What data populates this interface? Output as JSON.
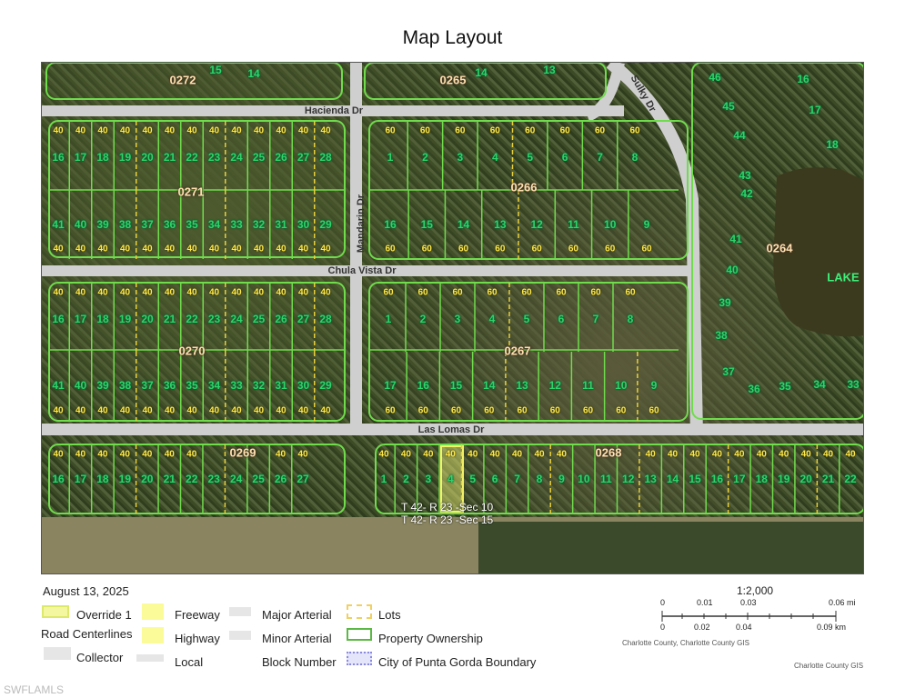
{
  "title": "Map Layout",
  "map": {
    "streets": [
      "Hacienda Dr",
      "Chula Vista Dr",
      "Las Lomas Dr",
      "Mandarin Dr",
      "Sulky Dr"
    ],
    "blocks": [
      "0272",
      "0265",
      "0271",
      "0266",
      "0264",
      "0270",
      "0267",
      "0269",
      "0268"
    ],
    "lake_label": "LAKE",
    "section_labels": [
      "T 42- R 23 -Sec 10",
      "T 42- R 23 -Sec 15"
    ],
    "highlighted_lot": "4",
    "lots": {
      "b0271_top": [
        "16",
        "17",
        "18",
        "19",
        "20",
        "21",
        "22",
        "23",
        "24",
        "25",
        "26",
        "27",
        "28"
      ],
      "b0271_bottom": [
        "41",
        "40",
        "39",
        "38",
        "37",
        "36",
        "35",
        "34",
        "33",
        "32",
        "31",
        "30",
        "29"
      ],
      "b0270_top": [
        "16",
        "17",
        "18",
        "19",
        "20",
        "21",
        "22",
        "23",
        "24",
        "25",
        "26",
        "27",
        "28"
      ],
      "b0270_bottom": [
        "41",
        "40",
        "39",
        "38",
        "37",
        "36",
        "35",
        "34",
        "33",
        "32",
        "31",
        "30",
        "29"
      ],
      "b0269": [
        "16",
        "17",
        "18",
        "19",
        "20",
        "21",
        "22",
        "23",
        "24",
        "25",
        "26",
        "27"
      ],
      "b0266_top": [
        "1",
        "2",
        "3",
        "4",
        "5",
        "6",
        "7",
        "8"
      ],
      "b0266_bottom": [
        "16",
        "15",
        "14",
        "13",
        "12",
        "11",
        "10",
        "9"
      ],
      "b0267_top": [
        "1",
        "2",
        "3",
        "4",
        "5",
        "6",
        "7",
        "8"
      ],
      "b0267_bottom": [
        "17",
        "16",
        "15",
        "14",
        "13",
        "12",
        "11",
        "10",
        "9"
      ],
      "b0268": [
        "1",
        "2",
        "3",
        "4",
        "5",
        "6",
        "7",
        "8",
        "9",
        "10",
        "11",
        "12",
        "13",
        "14",
        "15",
        "16",
        "17",
        "18",
        "19",
        "20",
        "21",
        "22"
      ],
      "b0264": [
        "46",
        "45",
        "44",
        "43",
        "42",
        "41",
        "40",
        "39",
        "38",
        "37",
        "36",
        "35",
        "34",
        "33",
        "16",
        "17",
        "18"
      ],
      "b0272": [
        "15",
        "14"
      ],
      "b0265": [
        "14",
        "13"
      ]
    },
    "frontage": {
      "west_rows": "40",
      "east_rows": "60",
      "b0268_row": "40"
    }
  },
  "legend": {
    "date": "August 13, 2025",
    "items": [
      {
        "label": "Override 1",
        "color": "#f5f7a0"
      },
      {
        "label": "Road Centerlines"
      },
      {
        "label": "Collector",
        "color": "#e6e6e6"
      },
      {
        "label": "Freeway",
        "color": "#fbfb9a"
      },
      {
        "label": "Highway",
        "color": "#fbfb9a"
      },
      {
        "label": "Local",
        "color": "#e6e6e6"
      },
      {
        "label": "Major Arterial",
        "color": "#e6e6e6"
      },
      {
        "label": "Minor Arterial",
        "color": "#e6e6e6"
      },
      {
        "label": "Block Number"
      },
      {
        "label": "Lots",
        "color": "#f0d060"
      },
      {
        "label": "Property Ownership",
        "color": "#5cb845"
      },
      {
        "label": "City of Punta Gorda Boundary",
        "color": "#8a8ae0"
      }
    ]
  },
  "scale": {
    "ratio": "1:2,000",
    "mi_ticks": [
      "0",
      "0.01",
      "0.03",
      "0.06 mi"
    ],
    "km_ticks": [
      "0",
      "0.02",
      "0.04",
      "0.09 km"
    ],
    "credit1": "Charlotte County, Charlotte County GIS",
    "credit2": "Charlotte County GIS"
  },
  "watermark": "SWFLAMLS"
}
